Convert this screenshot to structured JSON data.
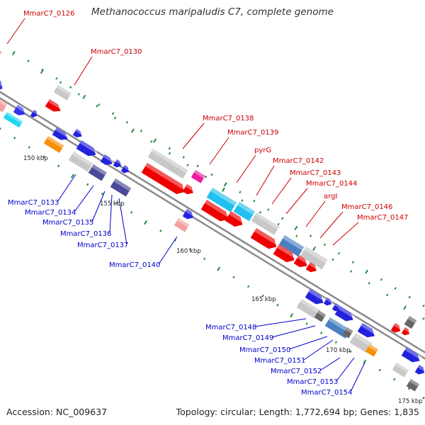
{
  "title": "Methanococcus maripaludis C7, complete genome",
  "footer": {
    "accession": "Accession: NC_009637",
    "summary": "Topology: circular; Length: 1,772,694 bp; Genes: 1,835"
  },
  "colors": {
    "upper_label": "#cc0000",
    "lower_label": "#0000cc",
    "backbone": "#888888",
    "tick": "#22883a"
  },
  "scale_labels": [
    "150 kbp",
    "155 kbp",
    "160 kbp",
    "165 kbp",
    "170 kbp",
    "175 kbp"
  ],
  "upper_labels": [
    "MmarC7_0126",
    "MmarC7_0130",
    "MmarC7_0138",
    "MmarC7_0139",
    "pyrG",
    "MmarC7_0142",
    "MmarC7_0143",
    "MmarC7_0144",
    "argI",
    "MmarC7_0146",
    "MmarC7_0147"
  ],
  "lower_labels": [
    "MmarC7_0133",
    "MmarC7_0134",
    "MmarC7_0135",
    "MmarC7_0136",
    "MmarC7_0137",
    "MmarC7_0140",
    "MmarC7_0148",
    "MmarC7_0149",
    "MmarC7_0150",
    "MmarC7_0151",
    "MmarC7_0152",
    "MmarC7_0153",
    "MmarC7_0154"
  ]
}
